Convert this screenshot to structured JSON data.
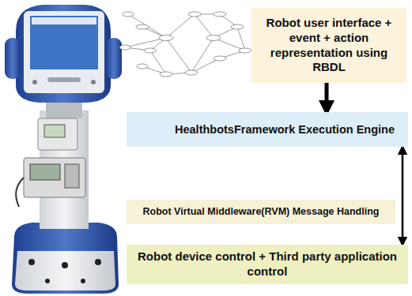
{
  "diagram": {
    "nodes": [
      {
        "text": [
          "Robot user interface + event + action representation using RBDL"
        ]
      },
      {
        "text": [
          "HealthbotsFramework Execution Engine"
        ]
      },
      {
        "text": [
          "Robot Virtual Middleware(RVM) Message Handling"
        ]
      },
      {
        "text": [
          "Robot device control + Third party application control"
        ]
      }
    ],
    "edges": [
      {
        "from": 0,
        "to": 1,
        "arrow": "to"
      },
      {
        "from": 1,
        "to": 3,
        "arrow": "both"
      }
    ]
  }
}
